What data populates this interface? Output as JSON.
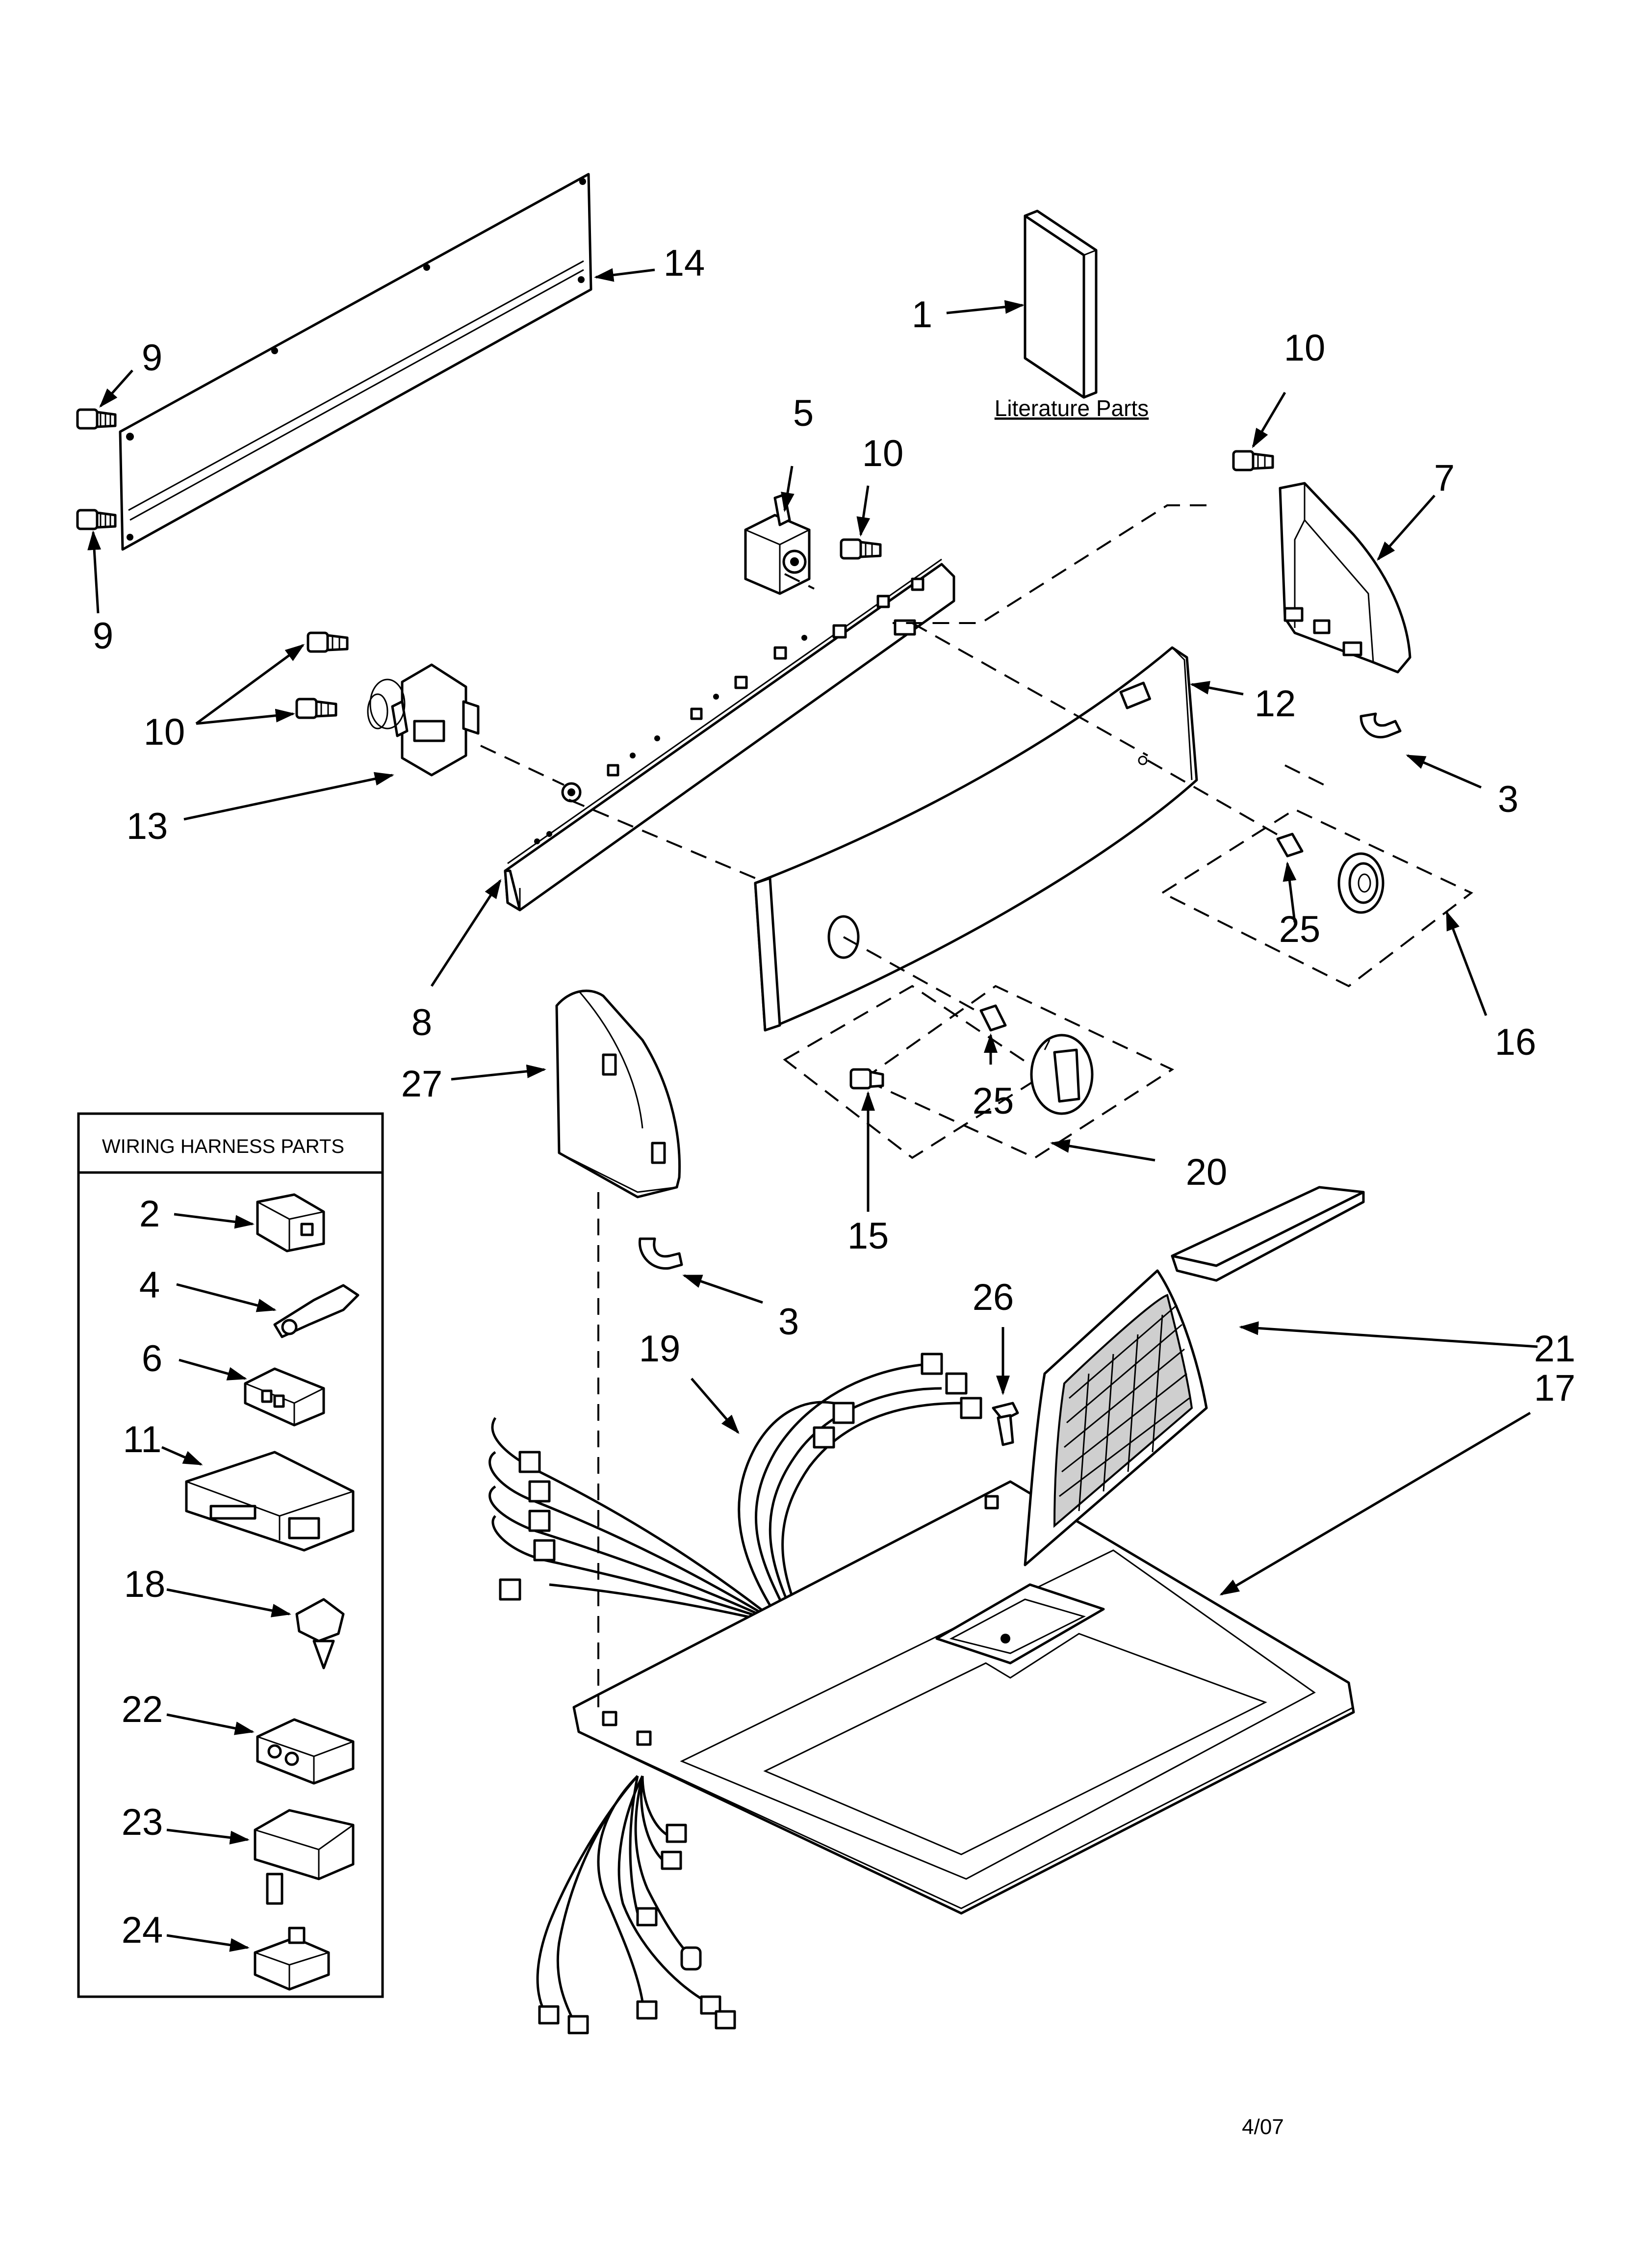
{
  "labels": {
    "l1": "1",
    "l2": "2",
    "l3a": "3",
    "l3b": "3",
    "l4": "4",
    "l5": "5",
    "l6": "6",
    "l7": "7",
    "l8": "8",
    "l9a": "9",
    "l9b": "9",
    "l10a": "10",
    "l10b": "10",
    "l10c": "10",
    "l11": "11",
    "l12": "12",
    "l13": "13",
    "l14": "14",
    "l15": "15",
    "l16": "16",
    "l17": "17",
    "l18": "18",
    "l19": "19",
    "l20": "20",
    "l21": "21",
    "l22": "22",
    "l23": "23",
    "l24": "24",
    "l25a": "25",
    "l25b": "25",
    "l26": "26",
    "l27": "27"
  },
  "literature_parts": "Literature Parts",
  "wiring_harness_header": "WIRING HARNESS PARTS",
  "date_code": "4/07"
}
